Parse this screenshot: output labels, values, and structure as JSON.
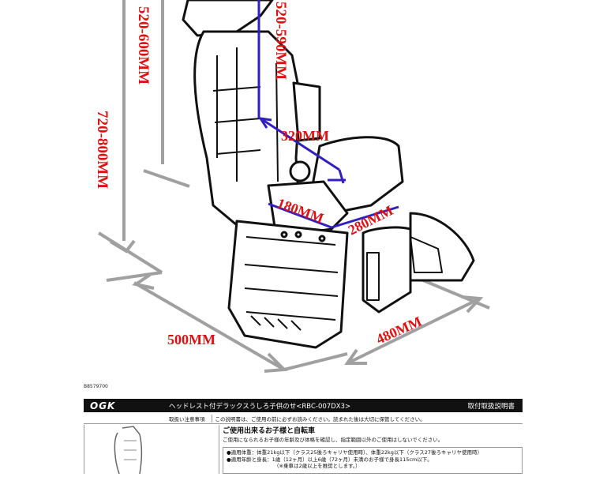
{
  "dimensions": {
    "headrest_height": "520-590MM",
    "backrest_height": "520-600MM",
    "overall_height": "720-800MM",
    "backrest_width": "320MM",
    "seat_depth": "180MM",
    "seat_width": "280MM",
    "base_length": "500MM",
    "base_width": "480MM"
  },
  "colors": {
    "dimension_red": "#e01010",
    "dimension_blue": "#3020c0",
    "dimension_grey": "#a0a0a0",
    "line_art": "#111111"
  },
  "manual": {
    "product_code": "B8579700",
    "brand": "OGK",
    "title": "ヘッドレスト付デラックスうしろ子供のせ<RBC-007DX3>",
    "title_right": "取付取扱説明書",
    "notice_label": "取扱い注意事項",
    "notice_text": "この説明書は、ご使用の前に必ずお読みください。読まれた後は大切に保管してください。",
    "section_title": "ご使用出来るお子様と自転車",
    "section_subtitle": "ご使用になられるお子様の年齢及び体格を確認し、指定範囲以外のご使用はしないでください。",
    "spec_lines": [
      "●適用体重：体重21kg以下（クラス25後ろキャリヤ使用時）、体重22kg以下（クラス27後ろキャリヤ使用時）",
      "●適用年齢と身長：1歳（12ヶ月）以上6歳（72ヶ月）未満のお子様で身長115cm以下。",
      "（※乗車は2歳以上を推奨とします。）"
    ]
  }
}
